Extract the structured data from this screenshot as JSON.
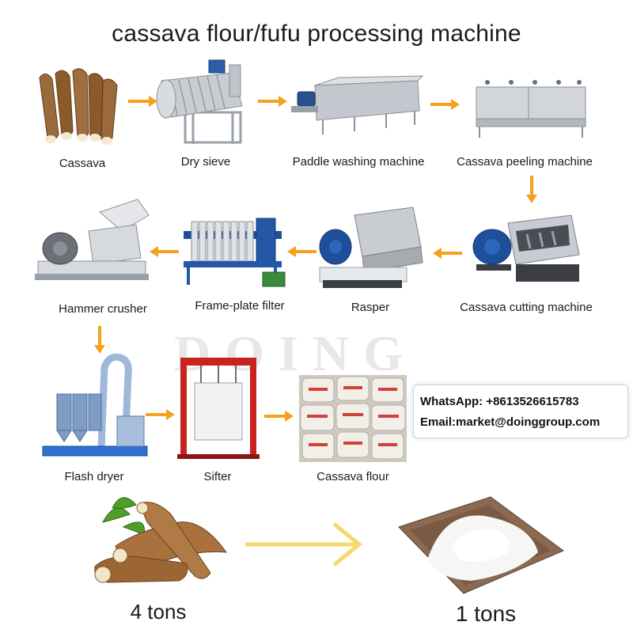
{
  "title": "cassava flour/fufu processing machine",
  "steps": [
    {
      "label": "Cassava"
    },
    {
      "label": "Dry sieve"
    },
    {
      "label": "Paddle washing machine"
    },
    {
      "label": "Cassava peeling machine"
    },
    {
      "label": "Cassava cutting machine"
    },
    {
      "label": "Rasper"
    },
    {
      "label": "Frame-plate filter"
    },
    {
      "label": "Hammer crusher"
    },
    {
      "label": "Flash dryer"
    },
    {
      "label": "Sifter"
    },
    {
      "label": "Cassava flour"
    }
  ],
  "contact": {
    "whatsapp": "WhatsApp: +8613526615783",
    "email": "Email:market@doinggroup.com"
  },
  "watermark": "DOING",
  "yield": {
    "input": "4 tons",
    "output": "1 tons"
  },
  "colors": {
    "arrow": "#f5a11c",
    "yield_arrow": "#f6d96a",
    "machine_gray": "#b8bcc2",
    "motor_blue": "#1f4f9a",
    "sifter_red": "#c8231e",
    "cassava_brown": "#8b5a2b"
  }
}
